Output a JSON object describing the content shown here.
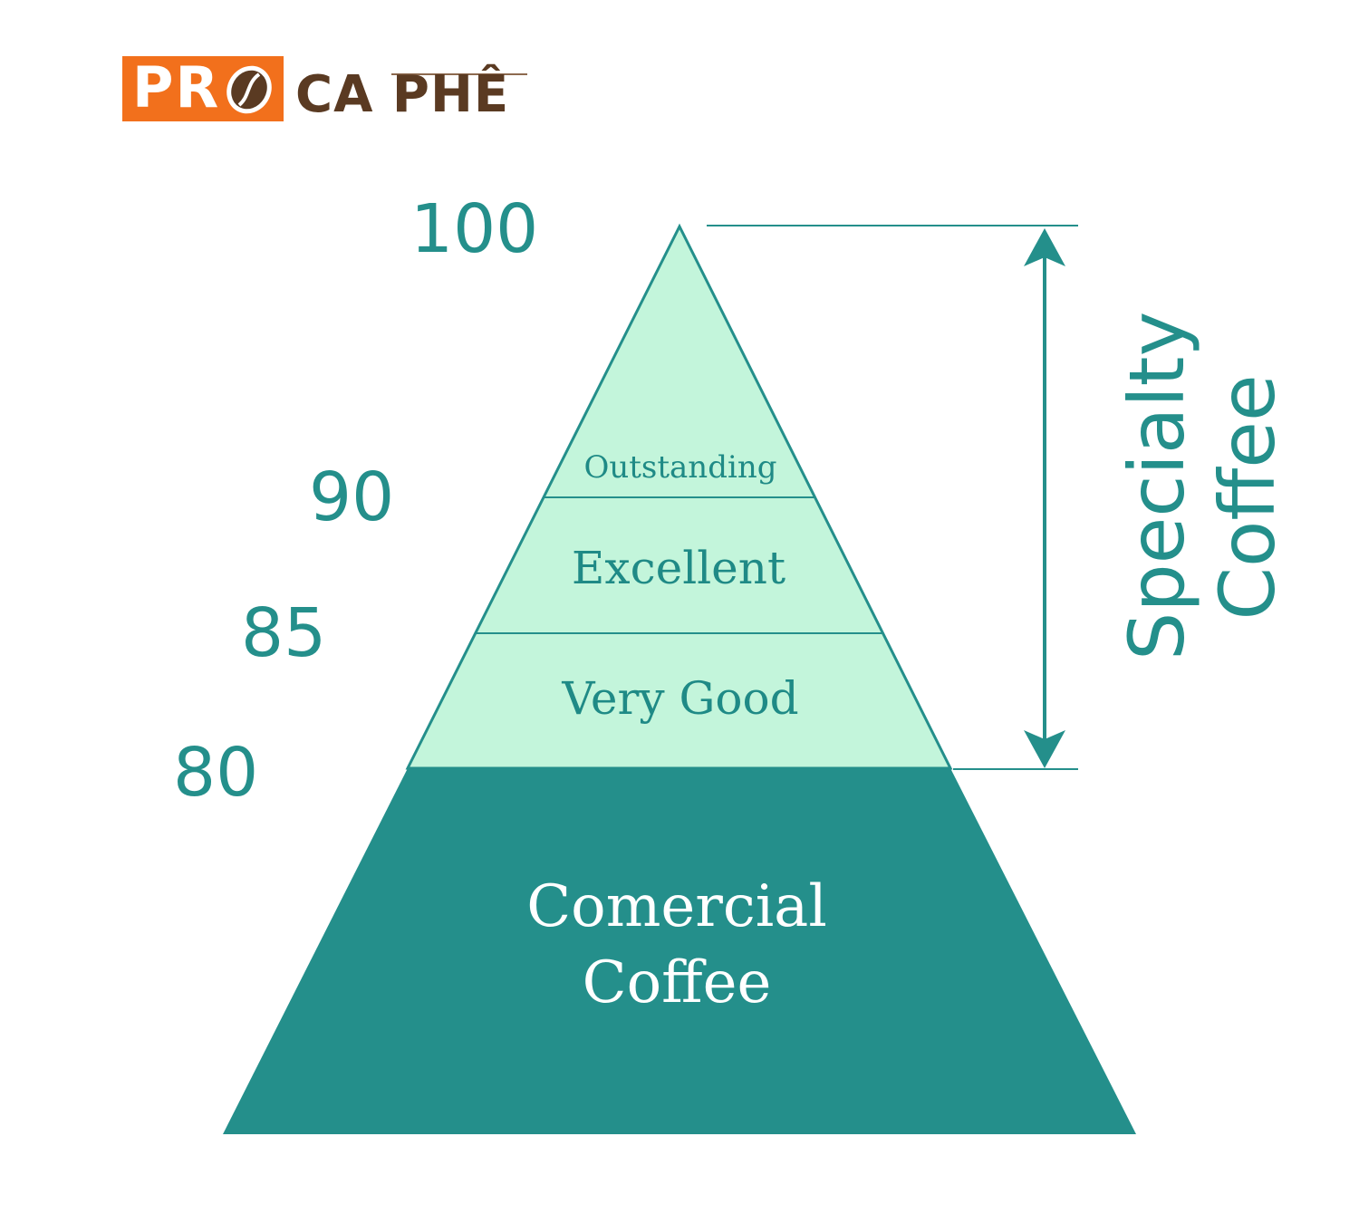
{
  "logo": {
    "badge_text": "PR",
    "brand_text": "CA PHÊ",
    "badge_color": "#f2701c",
    "brand_color": "#5a3a22",
    "icon": "coffee-bean-icon"
  },
  "scores": {
    "s100": "100",
    "s90": "90",
    "s85": "85",
    "s80": "80"
  },
  "tiers": {
    "outstanding": "Outstanding",
    "excellent": "Excellent",
    "very_good": "Very Good",
    "commercial_line1": "Comercial",
    "commercial_line2": "Coffee"
  },
  "bracket": {
    "line1": "Specialty",
    "line2": "Coffee"
  },
  "colors": {
    "teal": "#248f8b",
    "mint": "#c3f5db",
    "dark_teal": "#248f8b"
  }
}
